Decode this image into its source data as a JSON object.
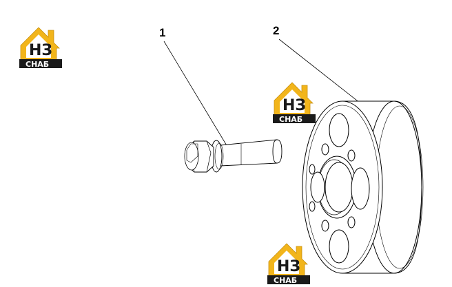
{
  "callouts": {
    "bolt_number": "1",
    "flange_number": "2"
  },
  "watermark": {
    "brand_mark": "НЗ",
    "brand_name": "СНАБ",
    "roof_color": "#f2b51b",
    "letter_color": "#1a1a1a",
    "banner_color": "#1a1a1a"
  },
  "drawing": {
    "line_color": "#000000",
    "background": "#ffffff"
  }
}
